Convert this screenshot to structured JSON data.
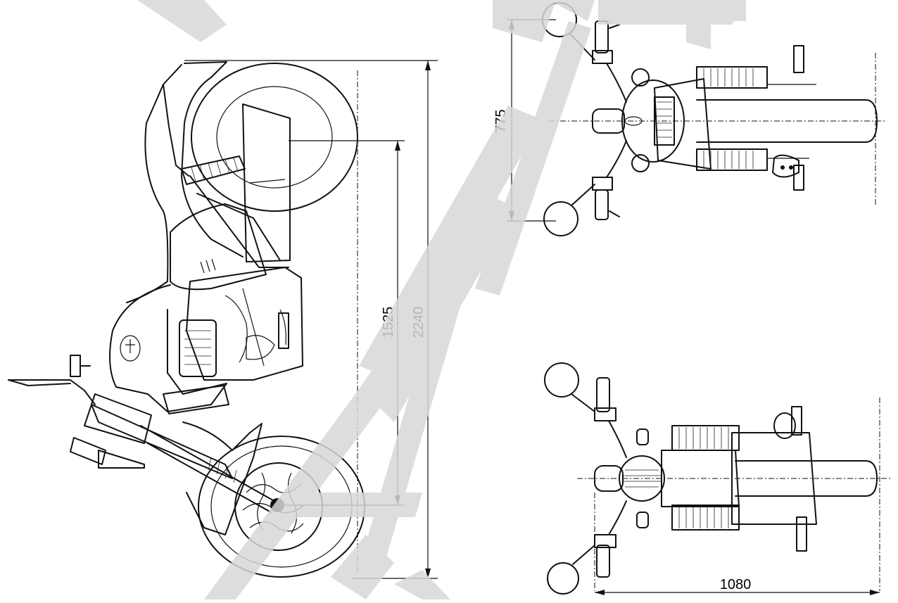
{
  "dimensions": {
    "wheelbase": "1525",
    "overall_length": "2240",
    "handlebar_width": "775",
    "overall_width": "1080"
  },
  "watermark": {
    "text": "TAUTO",
    "color": "#d9d9d9"
  },
  "colors": {
    "ink": "#111111",
    "background": "#ffffff"
  }
}
